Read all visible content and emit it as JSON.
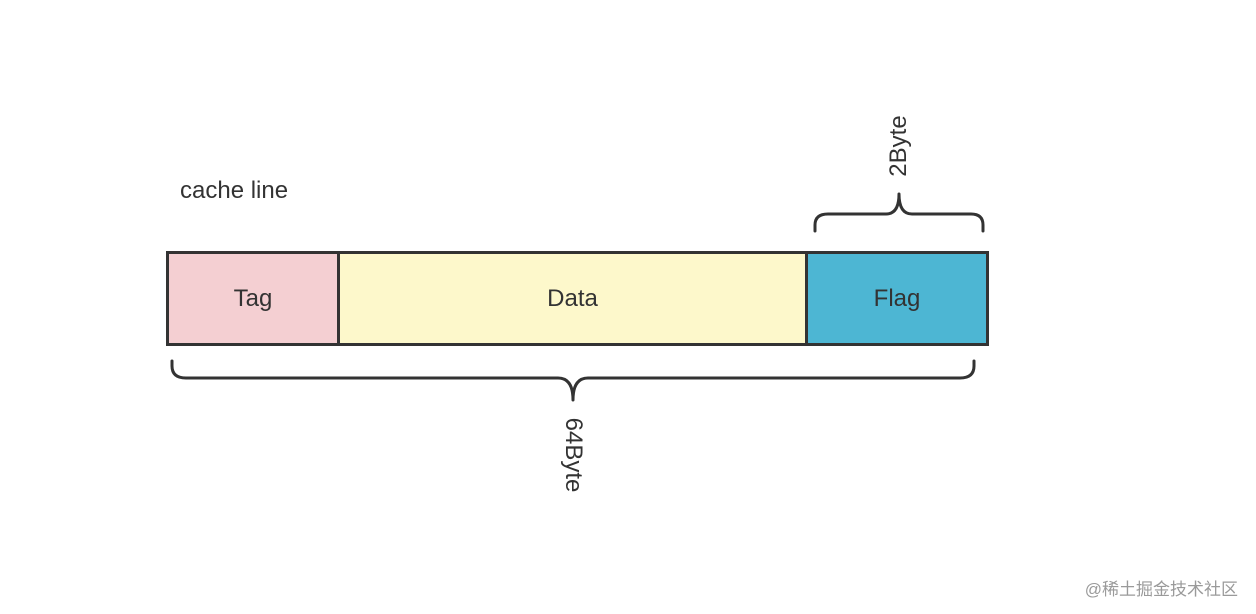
{
  "diagram": {
    "title": "cache line",
    "segments": {
      "tag": "Tag",
      "data": "Data",
      "flag": "Flag"
    },
    "braces": {
      "total": "64Byte",
      "flag": "2Byte"
    },
    "colors": {
      "tag": "#f4cfd2",
      "data": "#fdf8cb",
      "flag": "#4db6d3",
      "stroke": "#333333"
    }
  },
  "watermark": "@稀土掘金技术社区"
}
